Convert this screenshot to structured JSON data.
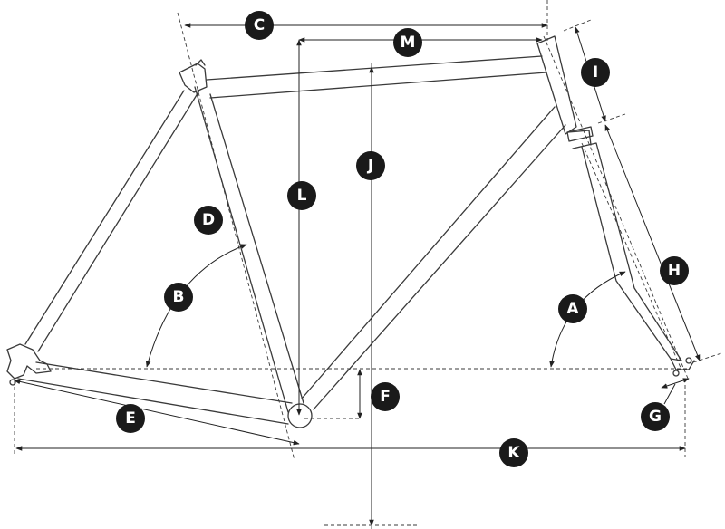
{
  "labels": {
    "a": "A",
    "b": "B",
    "c": "C",
    "d": "D",
    "e": "E",
    "f": "F",
    "g": "G",
    "h": "H",
    "i": "I",
    "j": "J",
    "k": "K",
    "l": "L",
    "m": "M"
  },
  "colors": {
    "line": "#3a3a3a",
    "badge": "#1a1a1a",
    "badge_text": "#ffffff"
  }
}
